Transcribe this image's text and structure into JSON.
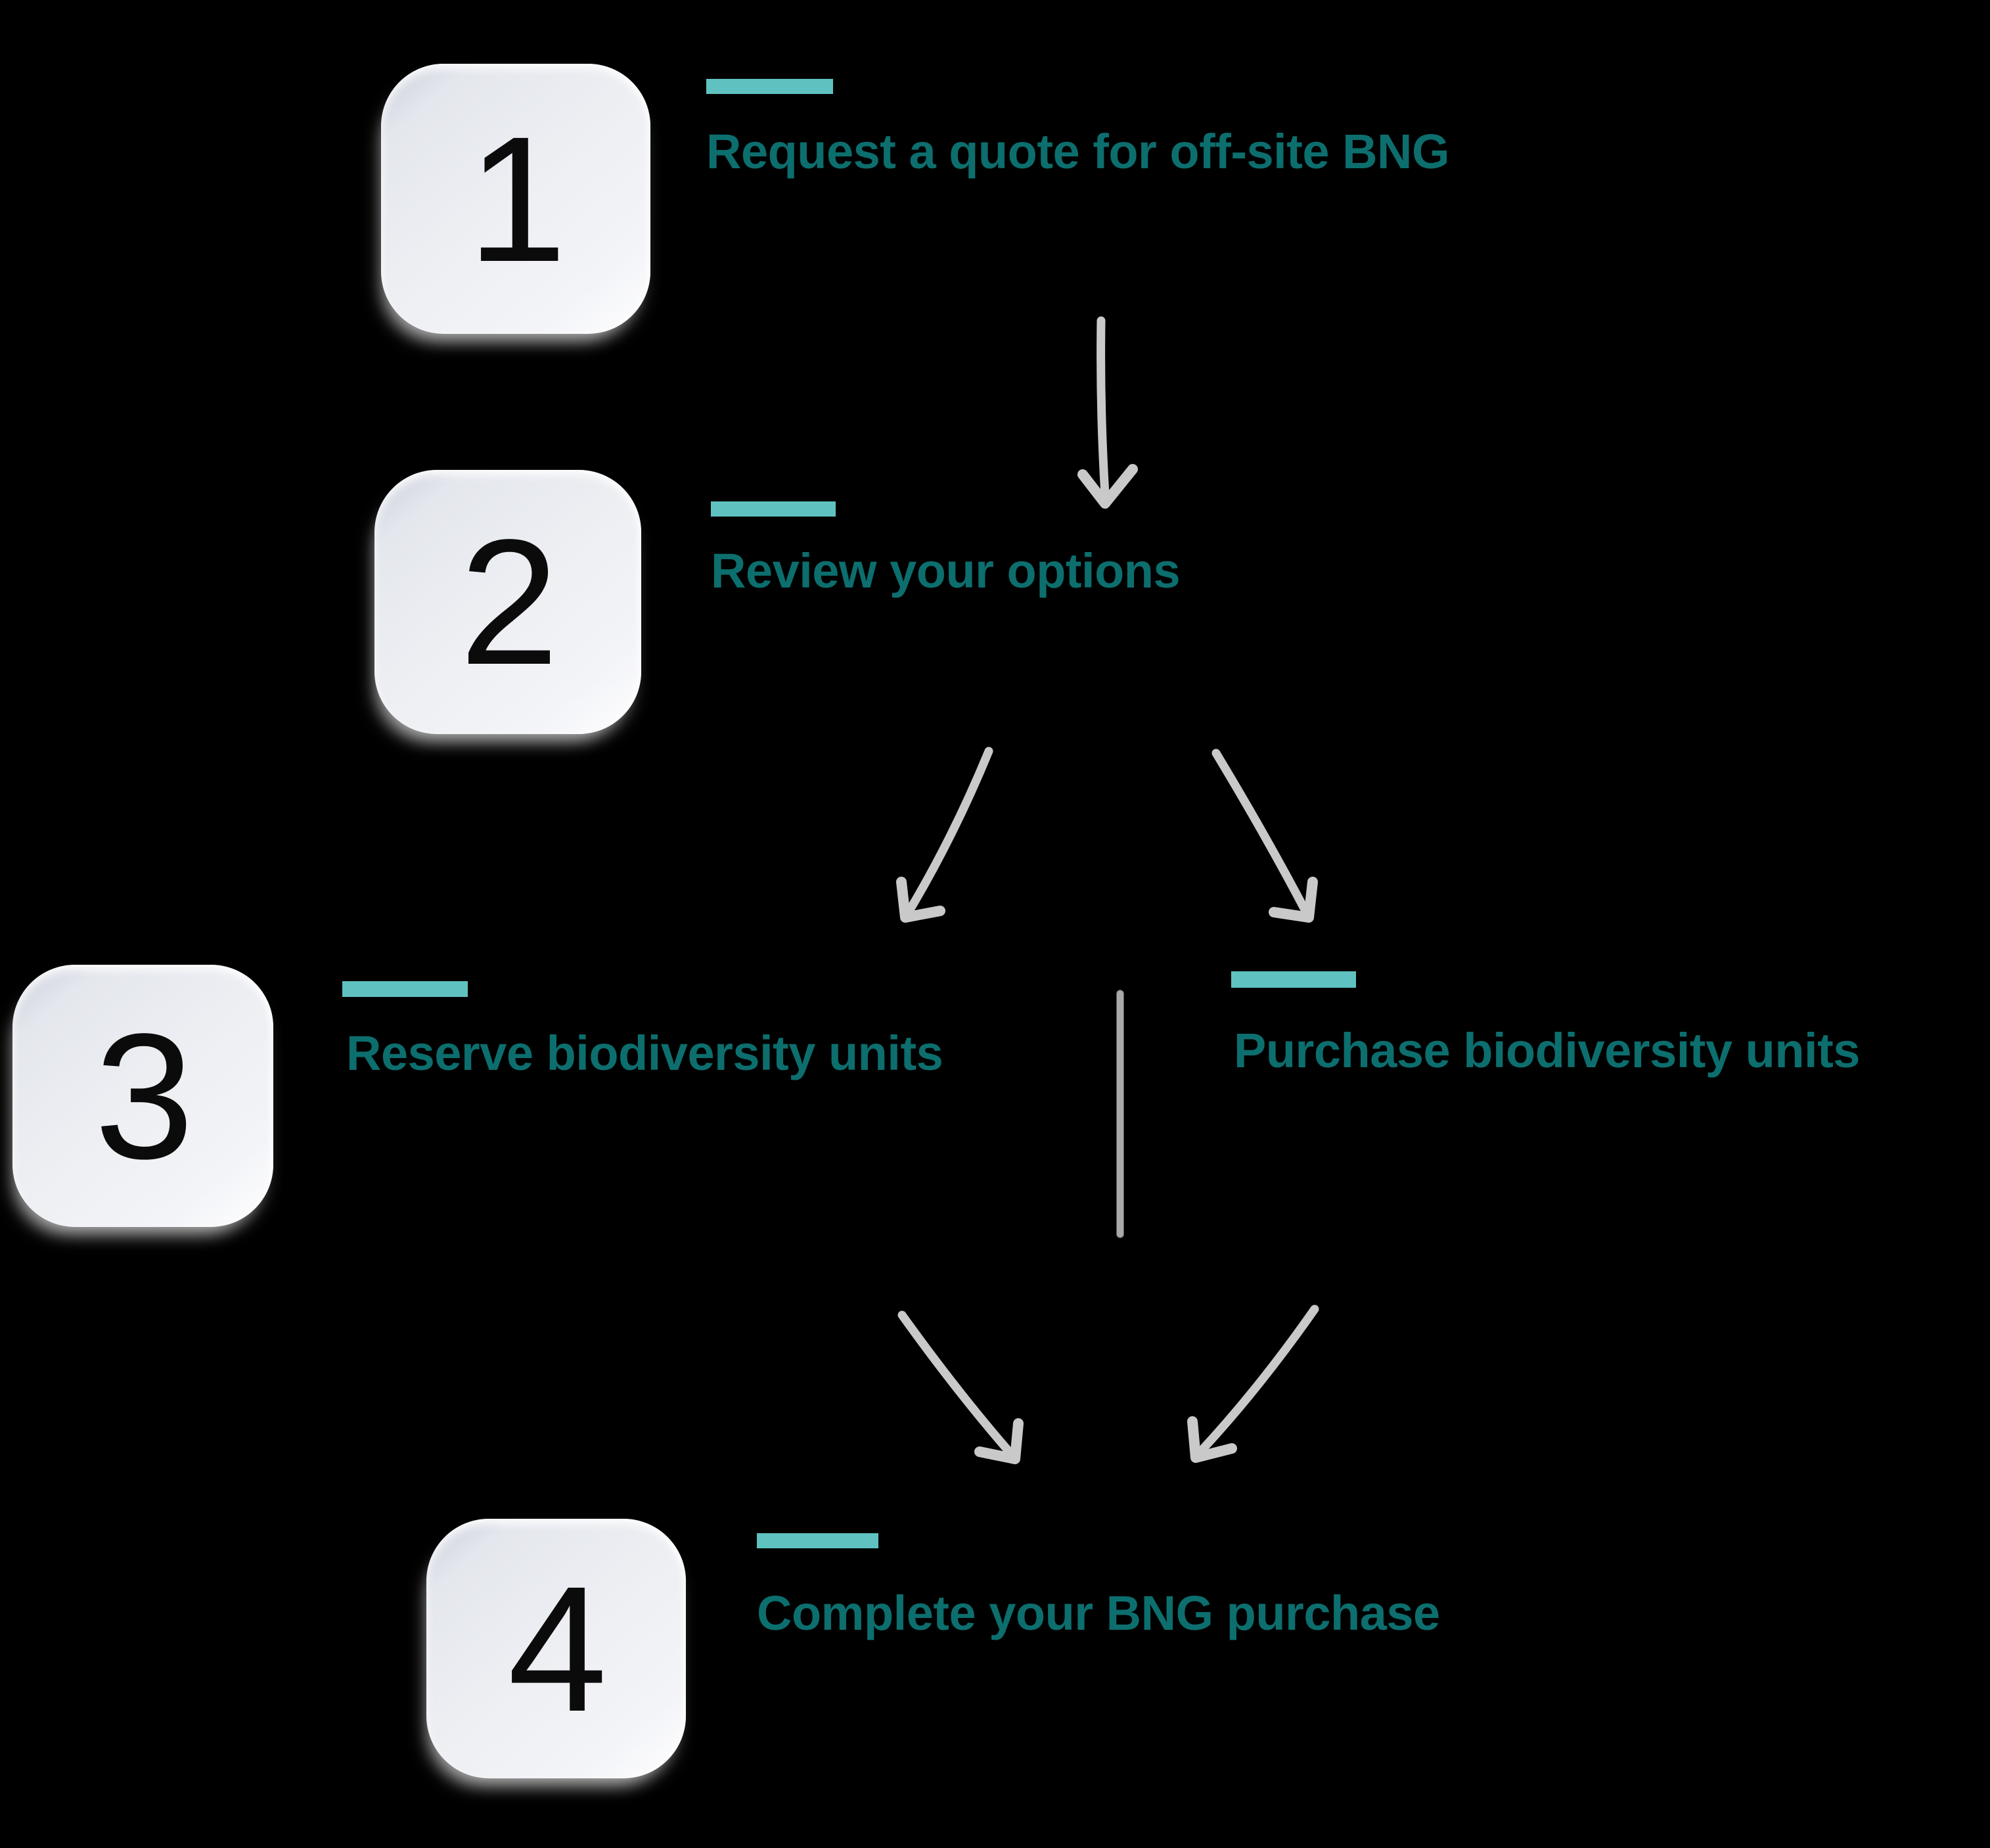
{
  "canvas": {
    "background": "#000000"
  },
  "palette": {
    "heading_teal": "#0d6e6e",
    "accent_teal": "#5fc2c0",
    "arrow_gray": "#c9c9c9",
    "divider_gray": "#a9a9a9",
    "card_fill": "#edeff3",
    "number_black": "#0b0b0b"
  },
  "steps": {
    "step1": {
      "number": "1",
      "title": "Request a quote for off-site BNG"
    },
    "step2": {
      "number": "2",
      "title": "Review your options"
    },
    "step3": {
      "number": "3",
      "branch_left": {
        "title": "Reserve biodiversity units"
      },
      "branch_right": {
        "title": "Purchase biodiversity units"
      }
    },
    "step4": {
      "number": "4",
      "title": "Complete your BNG purchase"
    }
  }
}
